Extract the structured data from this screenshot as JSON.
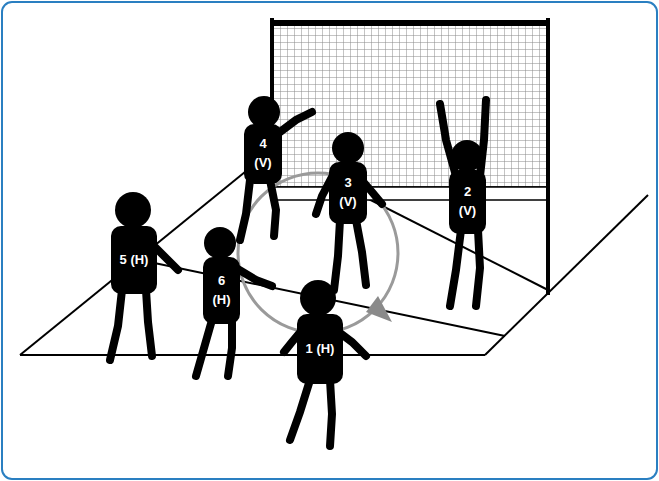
{
  "diagram": {
    "nodes": [
      {
        "text": [
          "4 (V)"
        ]
      },
      {
        "text": [
          "3 (V)"
        ]
      },
      {
        "text": [
          "2 (V)"
        ]
      },
      {
        "text": [
          "5 (H)"
        ]
      },
      {
        "text": [
          "6 (H)"
        ]
      },
      {
        "text": [
          "1 (H)"
        ]
      }
    ]
  }
}
